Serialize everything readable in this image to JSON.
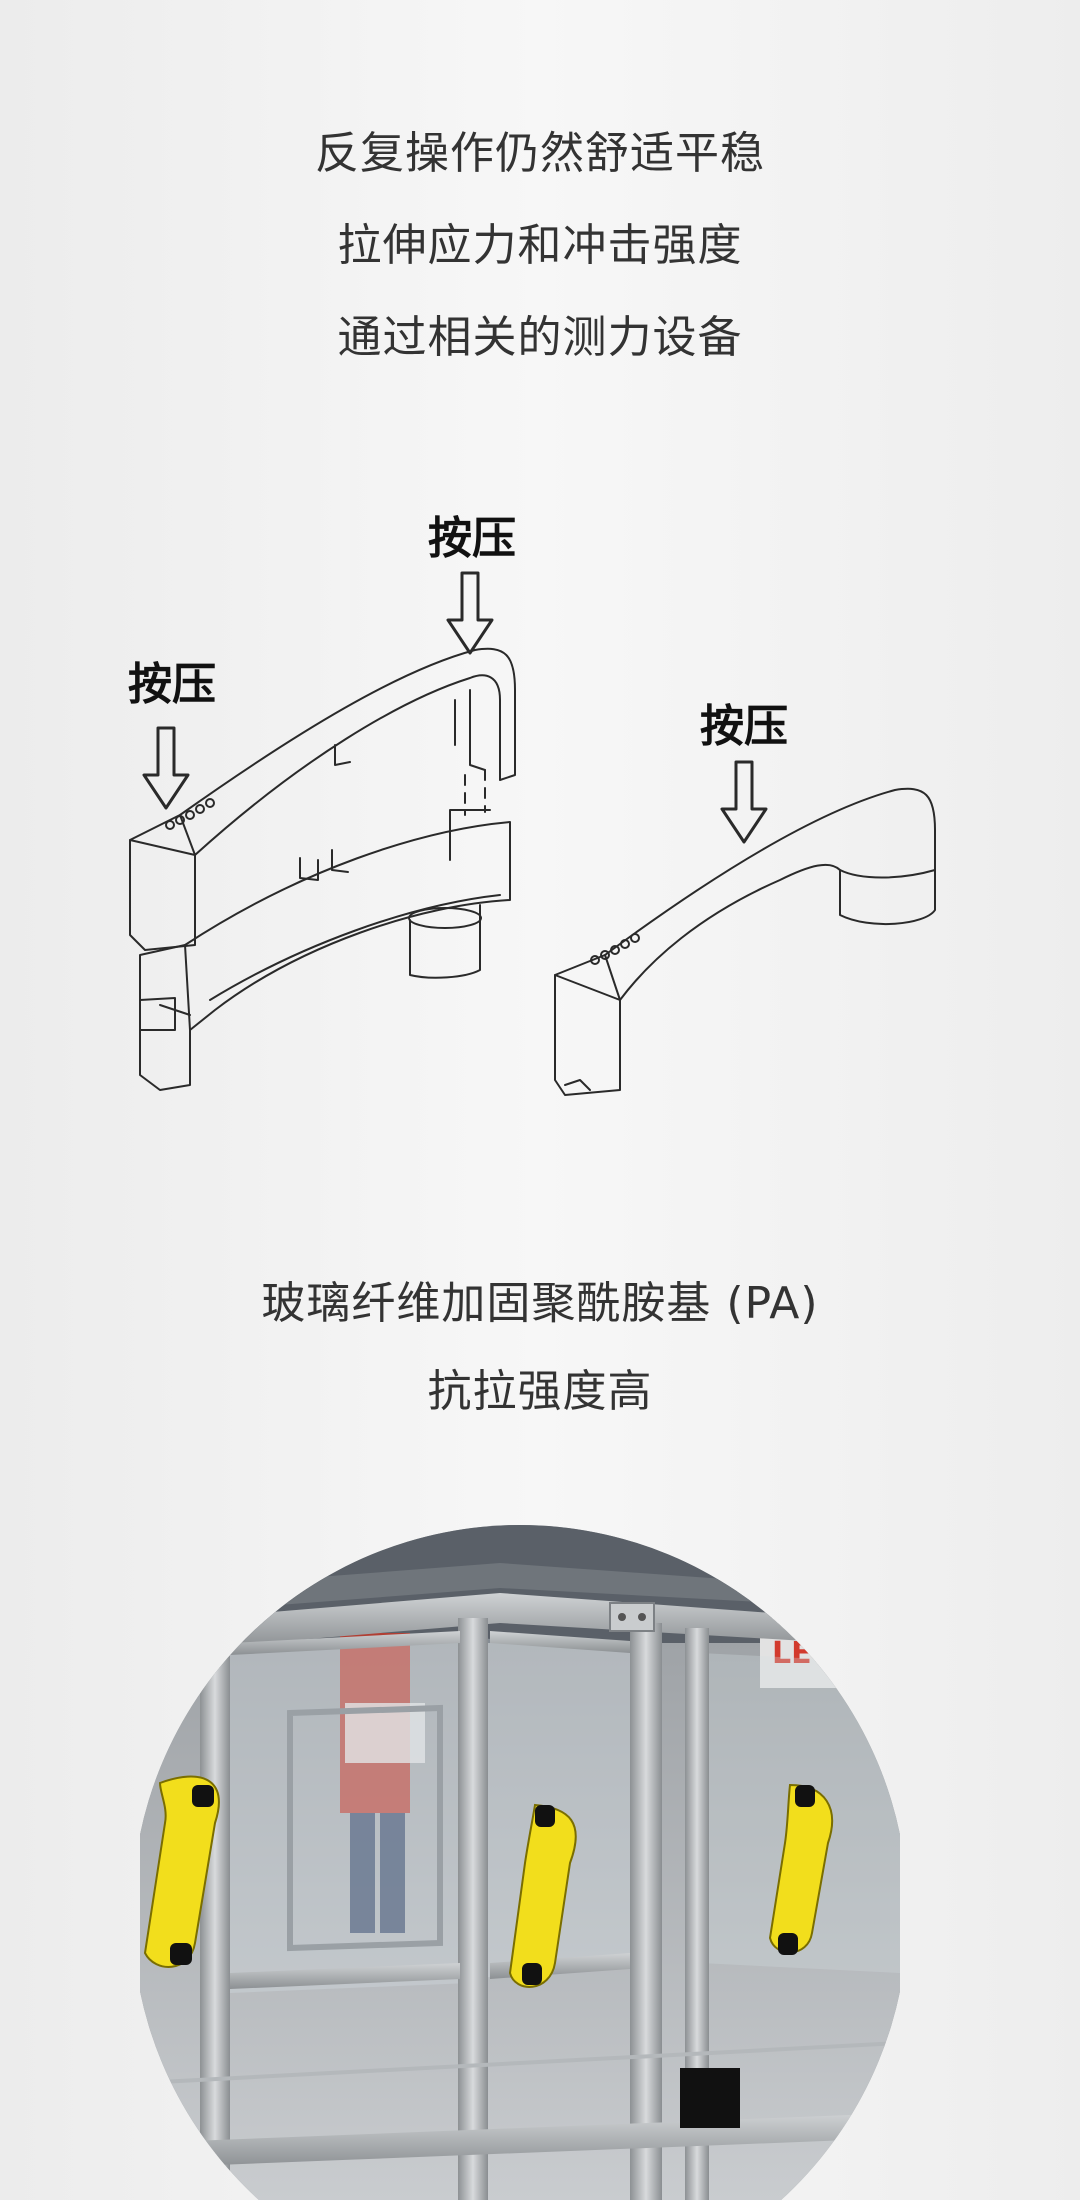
{
  "intro_lines": [
    "反复操作仍然舒适平稳",
    "拉伸应力和冲击强度",
    "通过相关的测力设备"
  ],
  "diagram": {
    "press_labels": [
      "按压",
      "按压",
      "按压"
    ]
  },
  "material_lines": [
    "玻璃纤维加固聚酰胺基 (PA)",
    "抗拉强度高"
  ],
  "photo": {
    "sign_text": "LEV",
    "colors": {
      "handle_yellow": "#f2de1c",
      "frame_steel": "#b9bcbf",
      "sign_red": "#d23a2d"
    }
  }
}
